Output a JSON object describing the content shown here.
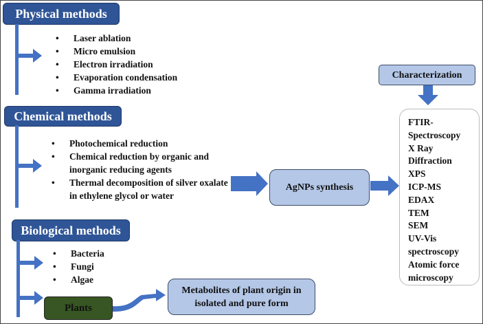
{
  "physical": {
    "title": "Physical methods",
    "items": [
      "Laser ablation",
      "Micro emulsion",
      "Electron irradiation",
      "Evaporation condensation",
      "Gamma irradiation"
    ]
  },
  "chemical": {
    "title": "Chemical methods",
    "items": [
      "Photochemical reduction",
      "Chemical reduction by organic and inorganic reducing agents",
      "Thermal decomposition of silver oxalate in ethylene glycol or water"
    ]
  },
  "biological": {
    "title": "Biological methods",
    "items": [
      "Bacteria",
      "Fungi",
      "Algae"
    ],
    "plants": "Plants",
    "metabolites": "Metabolites of plant origin in isolated and pure form"
  },
  "synthesis": "AgNPs synthesis",
  "characterization": {
    "title": "Characterization",
    "items": [
      "FTIR-",
      "Spectroscopy",
      "X Ray",
      "Diffraction",
      "XPS",
      "ICP-MS",
      "EDAX",
      "TEM",
      "SEM",
      "UV-Vis",
      "spectroscopy",
      "Atomic force",
      "microscopy"
    ]
  },
  "colors": {
    "header": "#2f5597",
    "arrow": "#4472c4",
    "light_box": "#b4c7e7",
    "plants": "#375623"
  }
}
